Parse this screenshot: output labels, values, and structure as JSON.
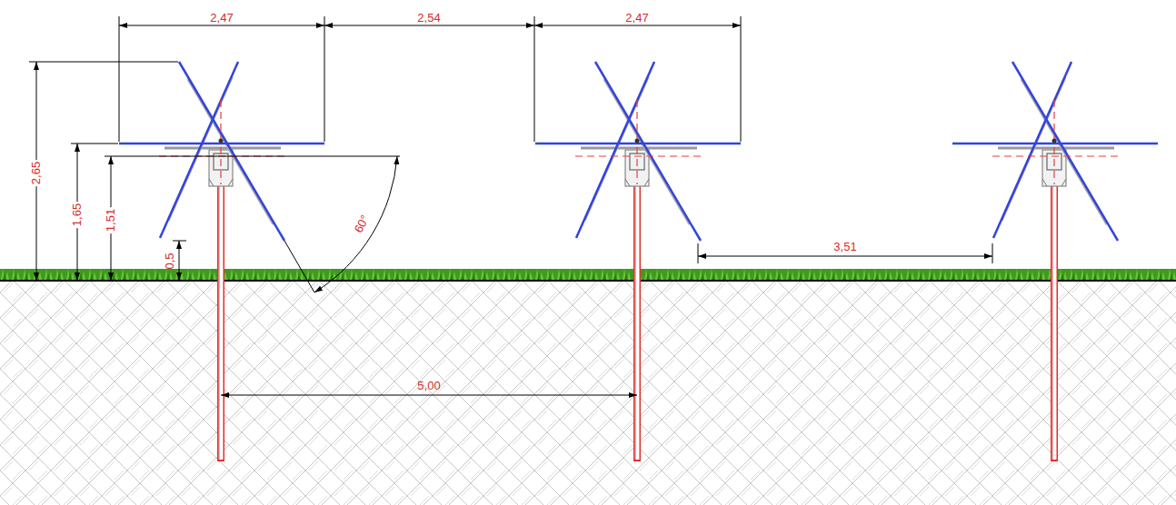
{
  "diagram": {
    "labels": [
      "2,47",
      "2,54",
      "2,47",
      "2,65",
      "1,65",
      "1,51",
      "0,5",
      "60°",
      "3,51",
      "5,00"
    ]
  }
}
